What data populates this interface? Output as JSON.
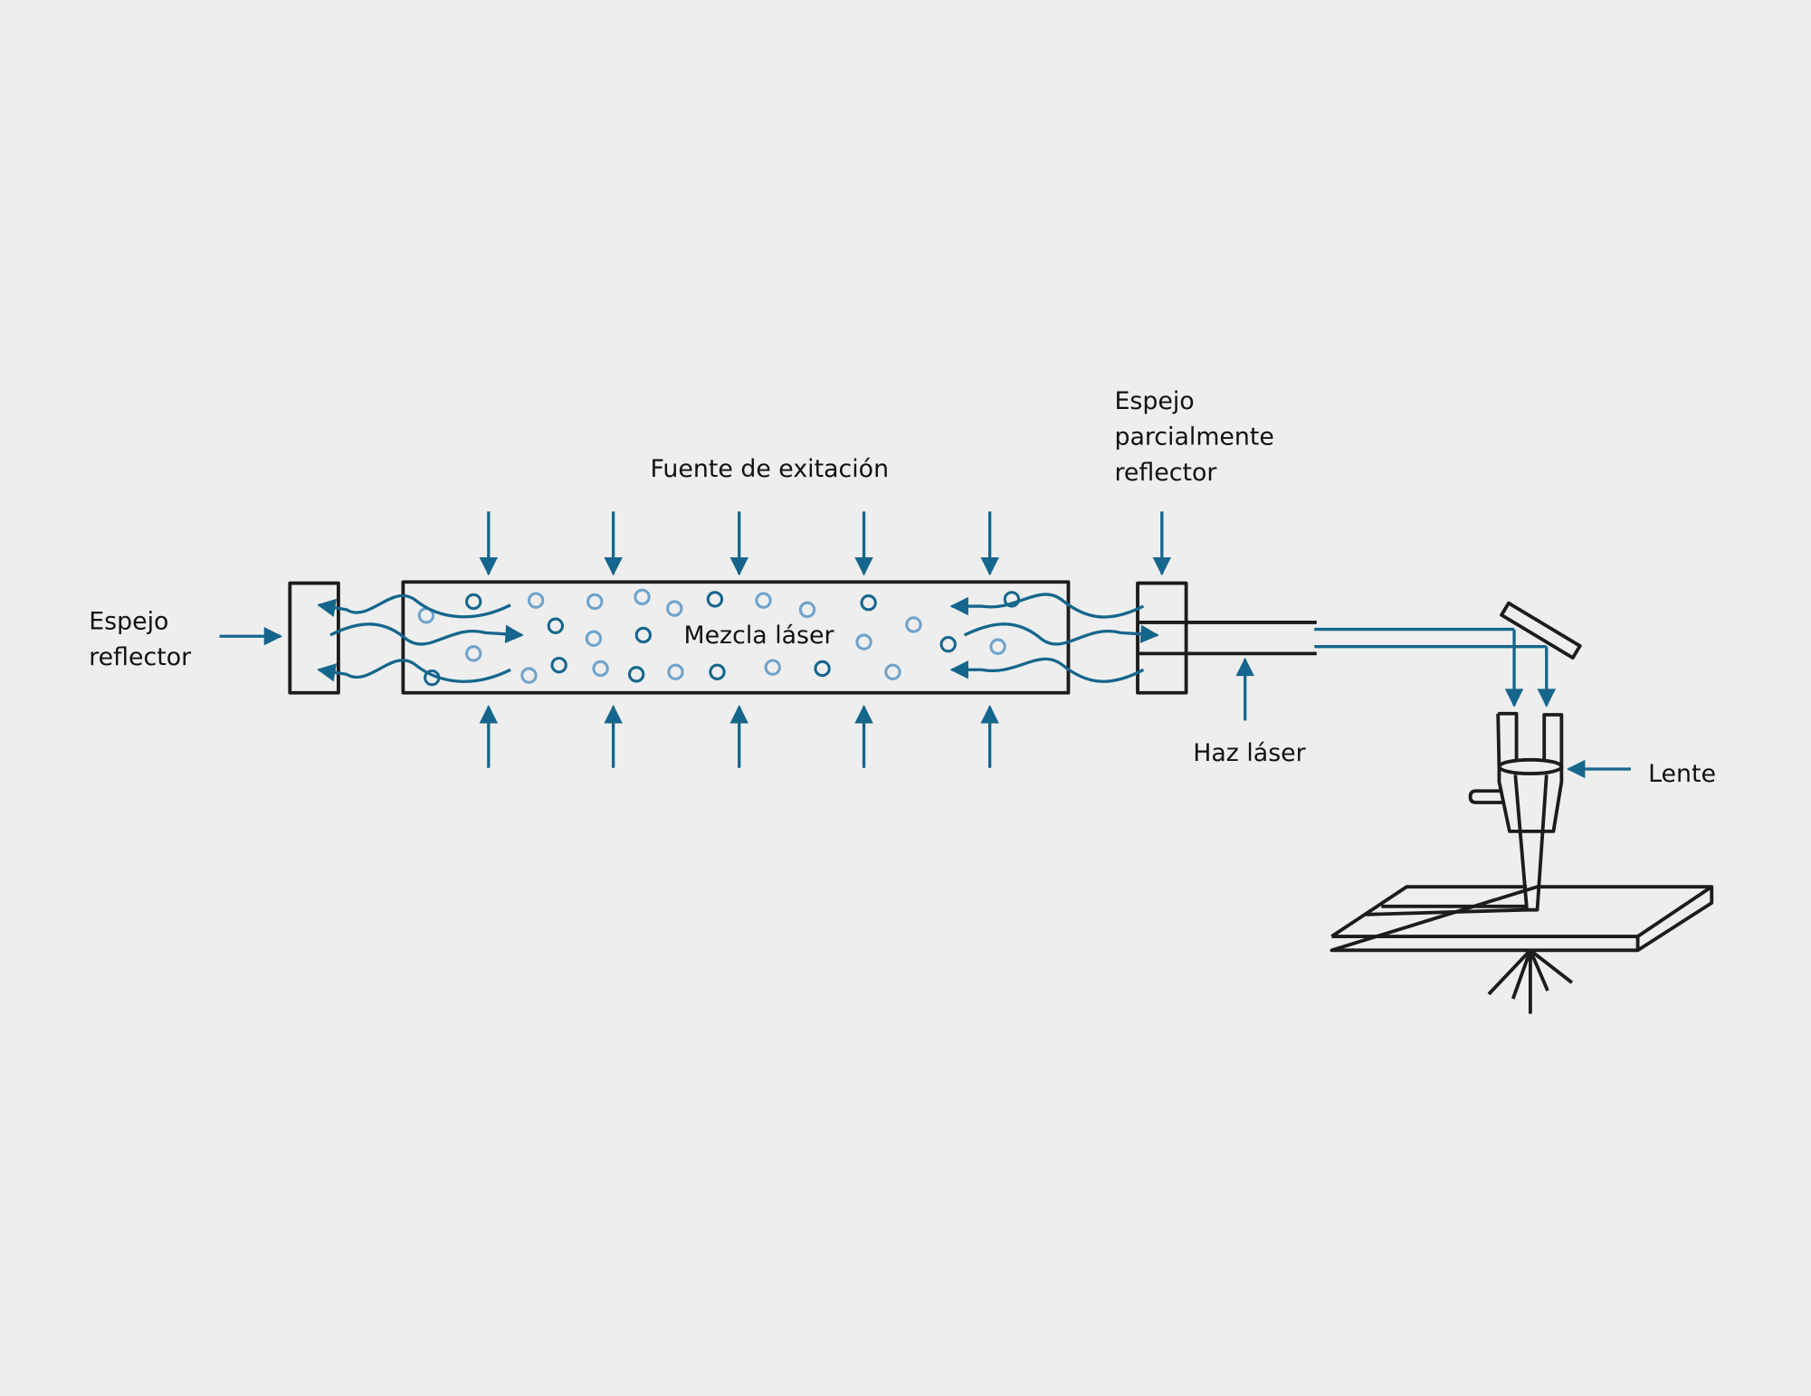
{
  "labels": {
    "mirror_left": [
      "Espejo",
      "reflector"
    ],
    "excitation": "Fuente de exitación",
    "mixture": "Mezcla láser",
    "mirror_right": [
      "Espejo",
      "parcialmente",
      "reflector"
    ],
    "beam": "Haz láser",
    "lens": "Lente"
  },
  "colors": {
    "background": "#eeeeee",
    "arrow_blue": "#15668c",
    "particle_dark": "#15668c",
    "particle_light": "#6fa3cc",
    "outline": "#1c1c1c"
  }
}
